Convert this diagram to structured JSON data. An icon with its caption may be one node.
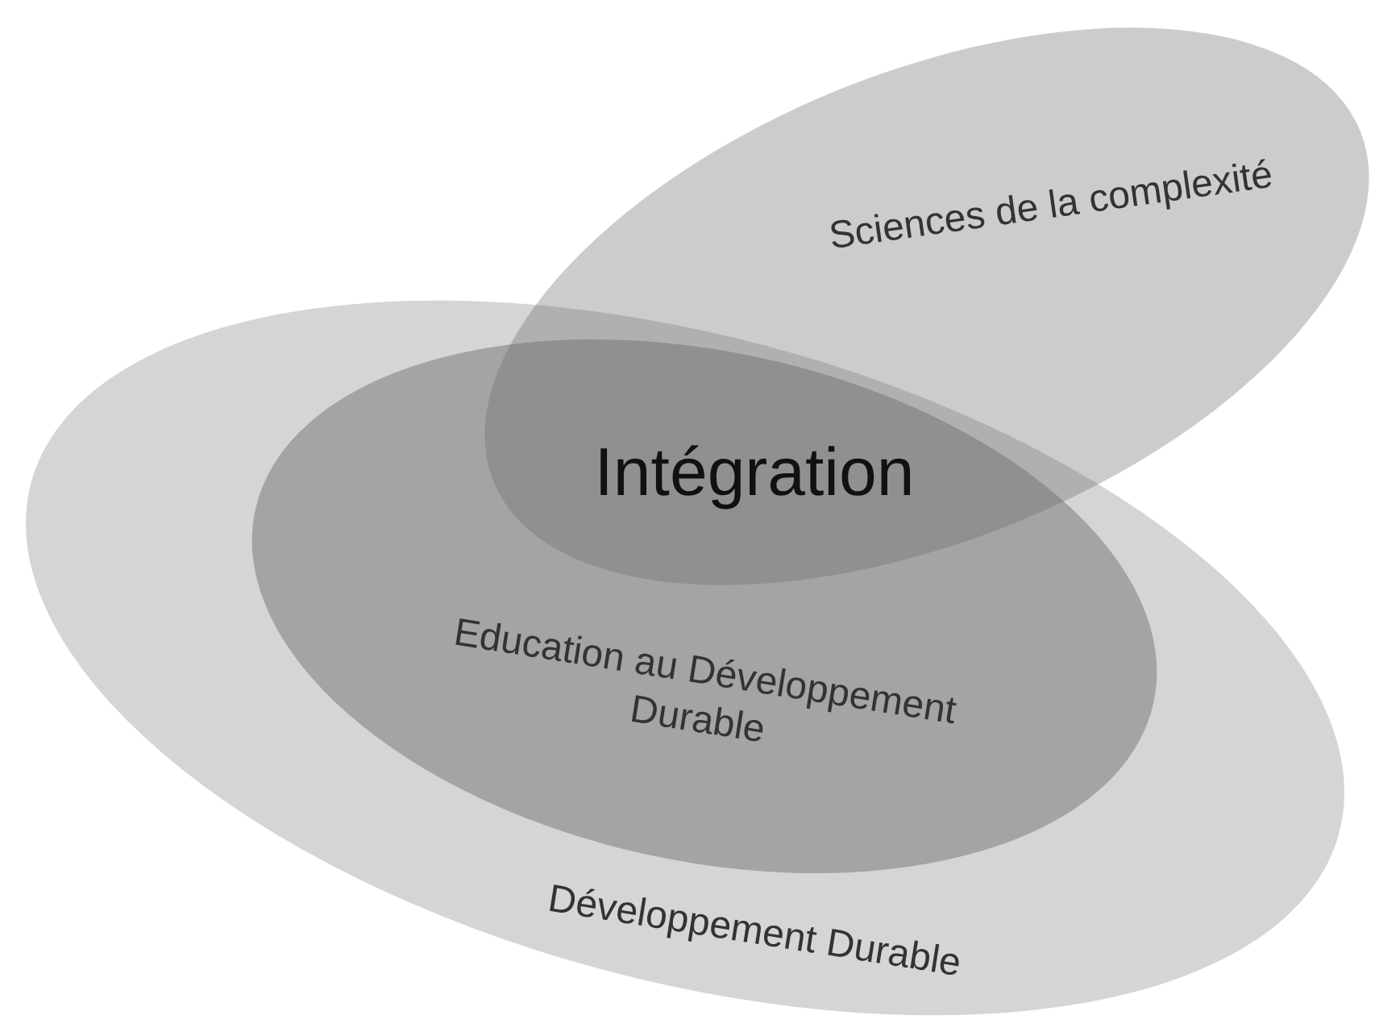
{
  "diagram": {
    "nodes": [
      {
        "text": [
          "Développement Durable"
        ]
      },
      {
        "text": [
          "Education au Développement Durable"
        ],
        "in": 0
      },
      {
        "text": [
          "Sciences de la complexité"
        ]
      }
    ],
    "labels": [
      "Intégration"
    ]
  }
}
